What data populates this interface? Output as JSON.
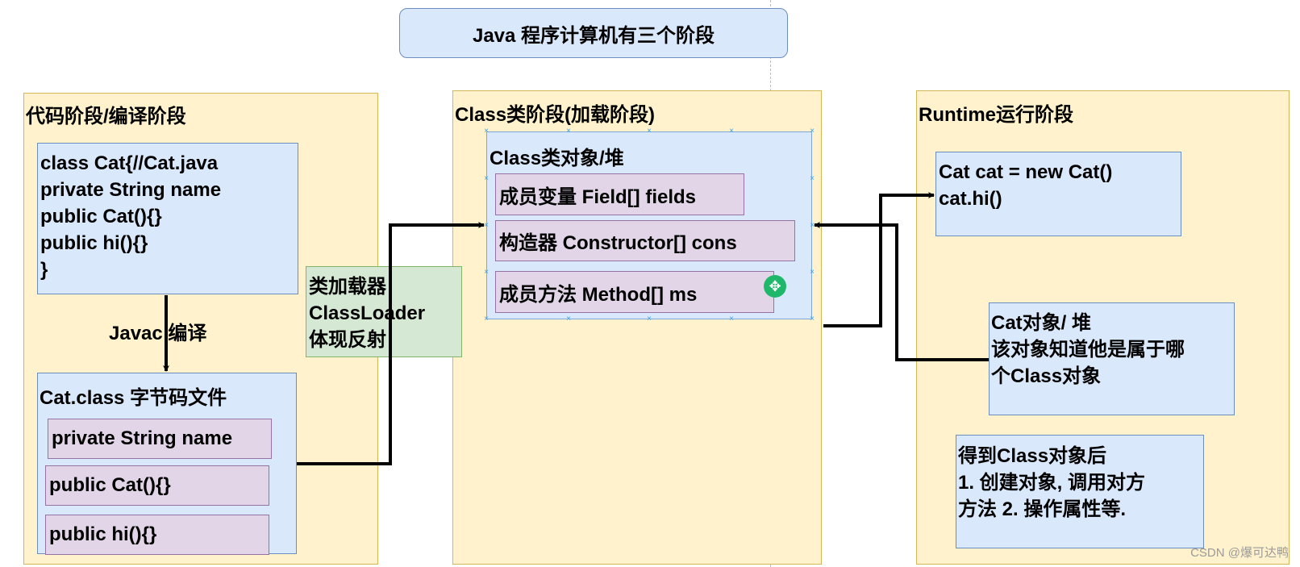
{
  "title": "Java 程序计算机有三个阶段",
  "stages": {
    "code": {
      "label": "代码阶段/编译阶段",
      "source": {
        "lines": [
          "class Cat{//Cat.java",
          "private String name",
          "public Cat(){}",
          "public hi(){}",
          "}"
        ]
      },
      "compile_label": "Javac 编译",
      "bytecode": {
        "label": "Cat.class 字节码文件",
        "items": [
          "private String name",
          "public Cat(){}",
          "public hi(){}"
        ]
      }
    },
    "classloader": {
      "lines": [
        "类加载器",
        "ClassLoader",
        "体现反射"
      ]
    },
    "class": {
      "label": "Class类阶段(加载阶段)",
      "object": {
        "label": "Class类对象/堆",
        "items": [
          "成员变量 Field[] fields",
          "构造器 Constructor[] cons",
          "成员方法 Method[] ms"
        ]
      }
    },
    "runtime": {
      "label": "Runtime运行阶段",
      "code": {
        "lines": [
          "Cat cat = new Cat()",
          "cat.hi()"
        ]
      },
      "cat_object": {
        "lines": [
          "Cat对象/ 堆",
          "该对象知道他是属于哪",
          "个Class对象"
        ]
      },
      "note": {
        "lines": [
          "得到Class对象后",
          "1. 创建对象, 调用对方",
          "方法 2. 操作属性等."
        ]
      }
    }
  },
  "watermark": "CSDN @爆可达鸭",
  "colors": {
    "stage_fill": "#fff2cc",
    "stage_border": "#d6b656",
    "blue_fill": "#dae8fc",
    "blue_border": "#6c8ebf",
    "purple_fill": "#e1d5e7",
    "purple_border": "#9673a6",
    "green_fill": "#d5e8d4",
    "green_border": "#82b366",
    "arrow": "#000000"
  }
}
